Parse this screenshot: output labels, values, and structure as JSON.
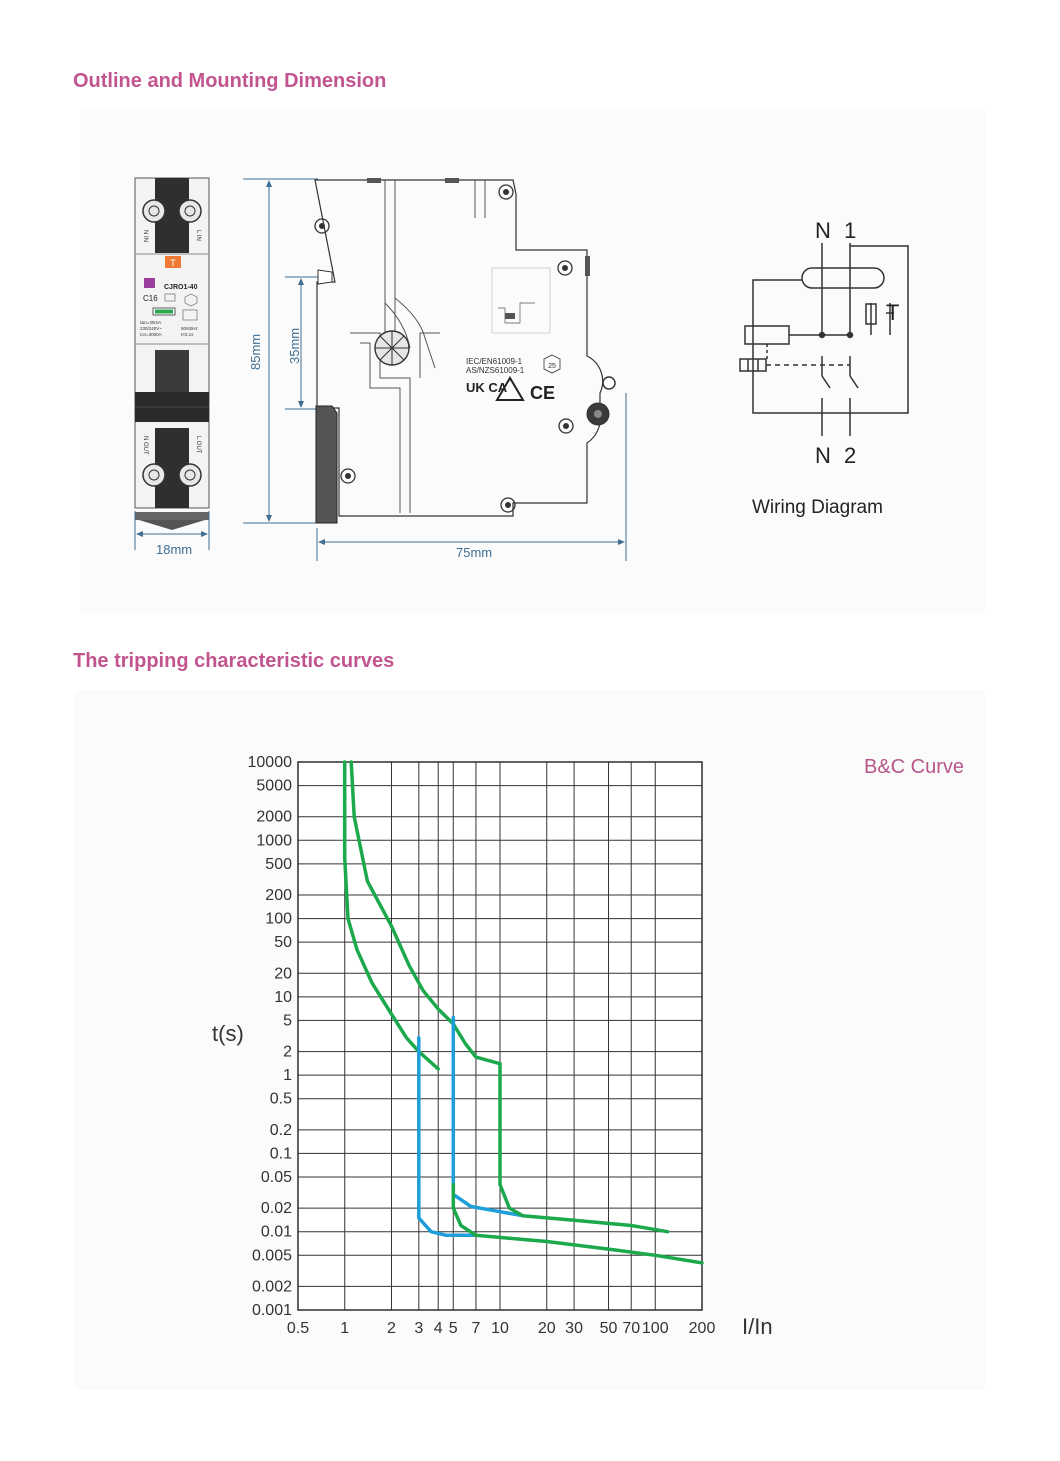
{
  "sections": {
    "outline_title": "Outline and Mounting Dimension",
    "curves_title": "The tripping characteristic curves"
  },
  "dimensions": {
    "height": "85mm",
    "din_height": "35mm",
    "width_front": "18mm",
    "depth": "75mm"
  },
  "device_front": {
    "model": "CJRO1-40",
    "rating": "C16",
    "spec_left": [
      "IΔn=30mA",
      "230/240V~",
      "Icn=3000A"
    ],
    "spec_right": [
      "50/60Hz",
      "t<0.1s"
    ],
    "t_badge": "T",
    "terminals_top": [
      "N IN",
      "L IN"
    ],
    "terminals_bottom": [
      "N OUT",
      "L OUT"
    ]
  },
  "device_side": {
    "standards": [
      "IEC/EN61009-1",
      "AS/NZS61009-1"
    ],
    "marks": [
      "UK CA",
      "CE"
    ],
    "badge": "25"
  },
  "wiring": {
    "label": "Wiring Diagram",
    "top_terminals": [
      "N",
      "1"
    ],
    "bottom_terminals": [
      "N",
      "2"
    ],
    "test_label": "T"
  },
  "chart_data": {
    "type": "line",
    "title": "B&C Curve",
    "xlabel": "I/In",
    "ylabel": "t(s)",
    "x_scale": "log",
    "y_scale": "log",
    "xlim": [
      0.5,
      200
    ],
    "ylim": [
      0.001,
      10000
    ],
    "grid": true,
    "x_ticks": [
      0.5,
      1,
      2,
      3,
      4,
      5,
      7,
      10,
      20,
      30,
      50,
      70,
      100,
      200
    ],
    "y_ticks": [
      10000,
      5000,
      2000,
      1000,
      500,
      200,
      100,
      50,
      20,
      10,
      5,
      2,
      1,
      0.5,
      0.2,
      0.1,
      0.05,
      0.02,
      0.01,
      0.005,
      0.002,
      0.001
    ],
    "x_tick_labels": [
      "0.5",
      "1",
      "2",
      "3",
      "4",
      "5",
      "7",
      "10",
      "20",
      "30",
      "50",
      "70",
      "100",
      "200"
    ],
    "y_tick_labels": [
      "10000",
      "5000",
      "2000",
      "1000",
      "500",
      "200",
      "100",
      "50",
      "20",
      "10",
      "5",
      "2",
      "1",
      "0.5",
      "0.2",
      "0.1",
      "0.05",
      "0.02",
      "0.01",
      "0.005",
      "0.002",
      "0.001"
    ],
    "colors": {
      "green": "#1ba94c",
      "blue": "#1e9fd9"
    },
    "series": [
      {
        "color": "#1ba94c",
        "points": [
          [
            1.0,
            10000
          ],
          [
            1.0,
            3000
          ],
          [
            1.0,
            600
          ],
          [
            1.05,
            100
          ],
          [
            1.2,
            40
          ],
          [
            1.5,
            15
          ],
          [
            2.0,
            6
          ],
          [
            2.5,
            3
          ],
          [
            3.0,
            2
          ],
          [
            4.0,
            1.2
          ]
        ]
      },
      {
        "color": "#1ba94c",
        "points": [
          [
            1.1,
            10000
          ],
          [
            1.15,
            2000
          ],
          [
            1.4,
            300
          ],
          [
            2.0,
            80
          ],
          [
            2.6,
            25
          ],
          [
            3.2,
            12
          ],
          [
            4.0,
            7
          ],
          [
            5.0,
            4.5
          ],
          [
            6.0,
            2.5
          ],
          [
            7.0,
            1.7
          ],
          [
            10.0,
            1.4
          ]
        ]
      },
      {
        "color": "#1e9fd9",
        "points": [
          [
            3.0,
            3
          ],
          [
            3.0,
            0.015
          ],
          [
            3.6,
            0.01
          ],
          [
            4.5,
            0.009
          ],
          [
            7.0,
            0.009
          ]
        ]
      },
      {
        "color": "#1e9fd9",
        "points": [
          [
            5.0,
            5.5
          ],
          [
            5.0,
            0.03
          ],
          [
            6.5,
            0.021
          ],
          [
            10.0,
            0.018
          ],
          [
            14.0,
            0.016
          ]
        ]
      },
      {
        "color": "#1ba94c",
        "points": [
          [
            5.0,
            0.04
          ],
          [
            5.0,
            0.02
          ],
          [
            5.6,
            0.012
          ],
          [
            7.0,
            0.009
          ],
          [
            20.0,
            0.0075
          ],
          [
            50.0,
            0.006
          ],
          [
            100.0,
            0.005
          ],
          [
            200.0,
            0.004
          ]
        ]
      },
      {
        "color": "#1ba94c",
        "points": [
          [
            10.0,
            1.4
          ],
          [
            10.0,
            0.04
          ],
          [
            11.5,
            0.02
          ],
          [
            14.0,
            0.016
          ],
          [
            30.0,
            0.014
          ],
          [
            70.0,
            0.012
          ],
          [
            120.0,
            0.01
          ]
        ]
      }
    ]
  }
}
